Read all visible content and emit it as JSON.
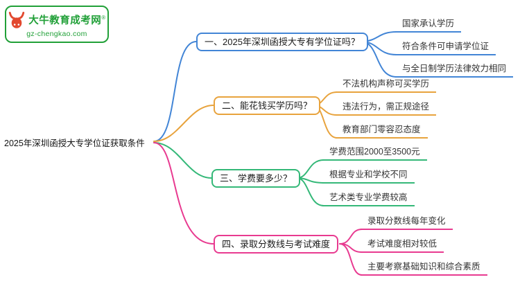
{
  "logo": {
    "brand": "大牛教育成考网",
    "trademark": "®",
    "url": "gz-chengkao.com",
    "brand_color": "#21a038",
    "icon": "bull-icon",
    "icon_color": "#e2492f"
  },
  "root": {
    "label": "2025年深圳函授大专学位证获取条件"
  },
  "branches": [
    {
      "label": "一、2025年深圳函授大专有学位证吗？",
      "color": "#4285d6",
      "children": [
        "国家承认学历",
        "符合条件可申请学位证",
        "与全日制学历法律效力相同"
      ]
    },
    {
      "label": "二、能花钱买学历吗？",
      "color": "#e8a33d",
      "children": [
        "不法机构声称可买学历",
        "违法行为，需正规途径",
        "教育部门零容忍态度"
      ]
    },
    {
      "label": "三、学费要多少？",
      "color": "#34b878",
      "children": [
        "学费范围2000至3500元",
        "根据专业和学校不同",
        "艺术类专业学费较高"
      ]
    },
    {
      "label": "四、录取分数线与考试难度",
      "color": "#e83a90",
      "children": [
        "录取分数线每年变化",
        "考试难度相对较低",
        "主要考察基础知识和综合素质"
      ]
    }
  ]
}
